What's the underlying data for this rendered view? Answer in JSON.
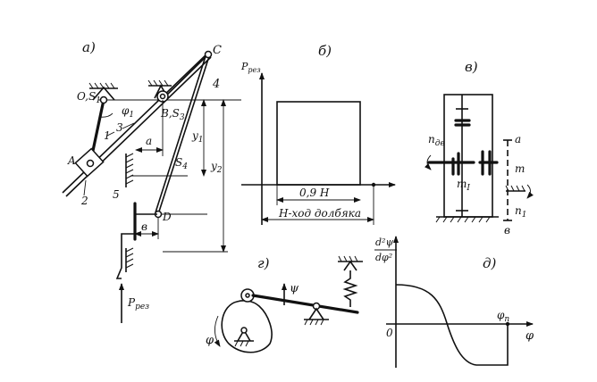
{
  "panels": {
    "a": "а)",
    "b": "б)",
    "v": "в)",
    "g": "г)",
    "d": "д)"
  },
  "mechanism": {
    "point_C": "C",
    "point_4": "4",
    "o_s1": "O,S",
    "o_s1_sub": "1",
    "phi1": "φ",
    "phi1_sub": "1",
    "b_s3": "B,S",
    "b_s3_sub": "3",
    "link_1": "1",
    "link_3": "3",
    "point_A": "A",
    "link_2": "2",
    "dim_a": "a",
    "s4": "S",
    "s4_sub": "4",
    "y1": "y",
    "y1_sub": "1",
    "y2": "y",
    "y2_sub": "2",
    "link_5": "5",
    "point_D": "D",
    "dim_b": "в",
    "force": "P",
    "force_sub": "рез"
  },
  "force_graph": {
    "ylabel": "P",
    "ylabel_sub": "рез",
    "dim_09h": "0,9 H",
    "dim_h": "H-ход долбяка"
  },
  "gearbox": {
    "n_dv": "n",
    "n_dv_sub": "дв",
    "label_a": "a",
    "label_m": "m",
    "m1": "m",
    "m1_sub": "I",
    "n1": "n",
    "n1_sub": "1",
    "label_v": "в"
  },
  "cam": {
    "psi": "ψ",
    "phi": "φ"
  },
  "accel_graph": {
    "ylabel_num": "d²ψ",
    "ylabel_den": "dφ²",
    "origin": "0",
    "phi_p": "φ",
    "phi_p_sub": "п",
    "xlabel": "φ"
  }
}
